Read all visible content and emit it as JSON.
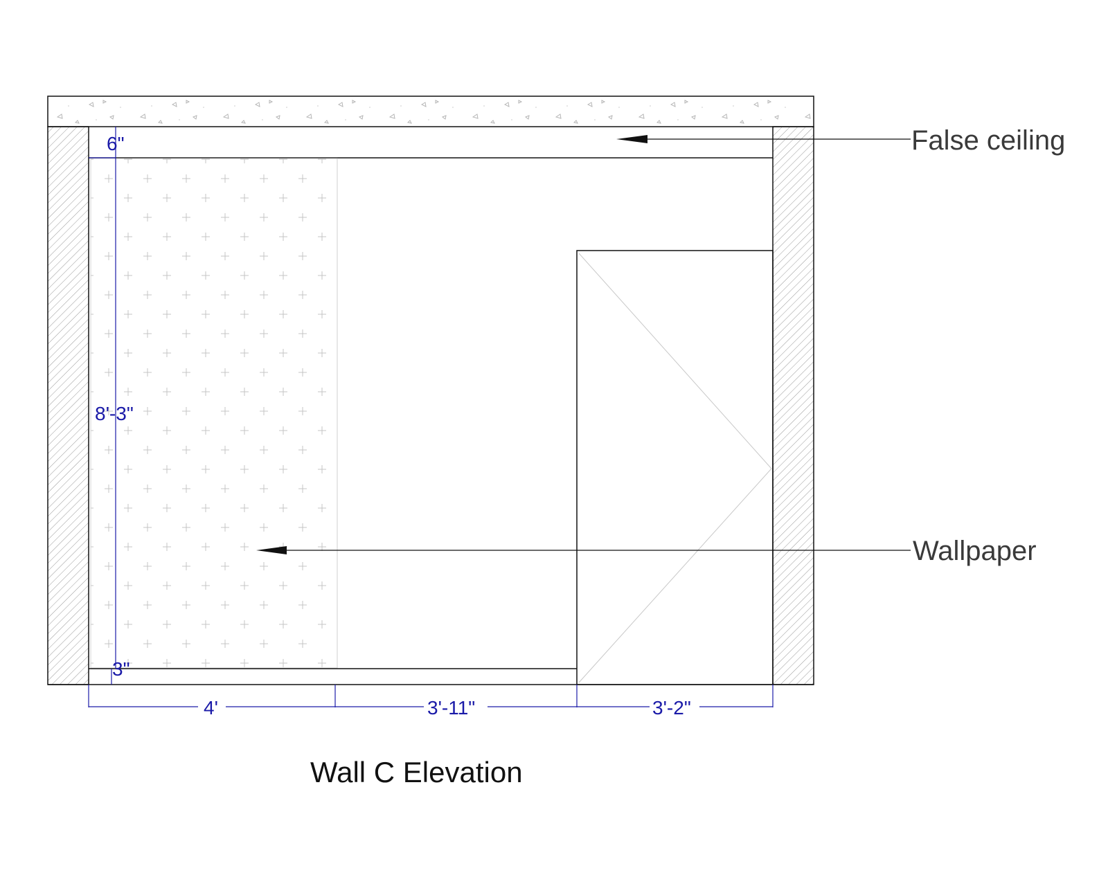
{
  "title": "Wall C Elevation",
  "annotations": {
    "false_ceiling": "False ceiling",
    "wallpaper": "Wallpaper"
  },
  "dimensions": {
    "false_ceiling_depth": "6\"",
    "wall_height": "8'-3\"",
    "skirting_height": "3\"",
    "segment_1": "4'",
    "segment_2": "3'-11\"",
    "segment_3": "3'-2\""
  },
  "colors": {
    "dimension": "#1a1aa8",
    "line": "#111111",
    "hatch": "#9a9a9a",
    "label": "#3a3a3a"
  }
}
